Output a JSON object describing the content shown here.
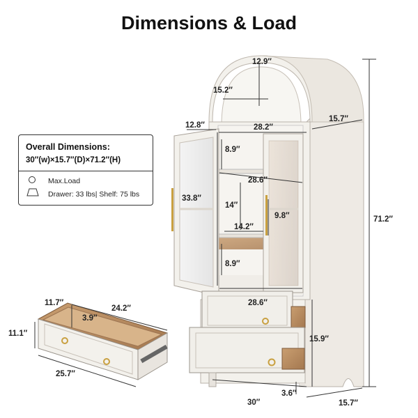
{
  "title": "Dimensions & Load",
  "info": {
    "heading": "Overall Dimensions:",
    "overall": "30″(w)×15.7″(D)×71.2″(H)",
    "max_load": "Max.Load",
    "load_detail": "Drawer: 33 lbs| Shelf: 75 lbs"
  },
  "dims": {
    "arch_depth": "12.9″",
    "arch_width": "15.2″",
    "side_depth_top": "15.7″",
    "door_depth": "12.8″",
    "inner_width_top": "28.2″",
    "shelf_gap_top": "8.9″",
    "shelf_width": "28.6″",
    "door_height": "33.8″",
    "mid_height": "14″",
    "handle_length": "9.8″",
    "shelf_depth": "14.2″",
    "shelf_gap_bottom": "8.9″",
    "base_width": "28.6″",
    "total_height": "71.2″",
    "drawer_height": "15.9″",
    "total_width": "30″",
    "leg_height": "3.6″",
    "side_depth_bottom": "15.7″",
    "drawer_depth": "11.7″",
    "drawer_inner_height": "3.9″",
    "drawer_width_top": "24.2″",
    "drawer_box_height": "11.1″",
    "drawer_width": "25.7″"
  }
}
